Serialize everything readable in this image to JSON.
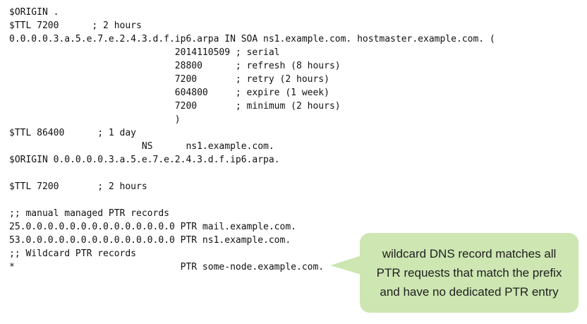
{
  "zone": {
    "description": "DNS reverse zone file (ip6.arpa) with wildcard PTR record",
    "lines": [
      "$ORIGIN .",
      "$TTL 7200      ; 2 hours",
      "0.0.0.0.3.a.5.e.7.e.2.4.3.d.f.ip6.arpa IN SOA ns1.example.com. hostmaster.example.com. (",
      "                              2014110509 ; serial",
      "                              28800      ; refresh (8 hours)",
      "                              7200       ; retry (2 hours)",
      "                              604800     ; expire (1 week)",
      "                              7200       ; minimum (2 hours)",
      "                              )",
      "$TTL 86400      ; 1 day",
      "                        NS      ns1.example.com.",
      "$ORIGIN 0.0.0.0.0.3.a.5.e.7.e.2.4.3.d.f.ip6.arpa.",
      "",
      "$TTL 7200       ; 2 hours",
      "",
      ";; manual managed PTR records",
      "25.0.0.0.0.0.0.0.0.0.0.0.0.0.0 PTR mail.example.com.",
      "53.0.0.0.0.0.0.0.0.0.0.0.0.0.0 PTR ns1.example.com.",
      ";; Wildcard PTR records",
      "*                              PTR some-node.example.com."
    ]
  },
  "callout": {
    "lines": [
      "wildcard DNS record matches all",
      "PTR requests that match the prefix",
      "and have no dedicated PTR entry"
    ],
    "fill_color": "#cde6b2",
    "text_color": "#1f1f1f"
  },
  "colors": {
    "background": "#ffffff",
    "code_text": "#111111"
  }
}
